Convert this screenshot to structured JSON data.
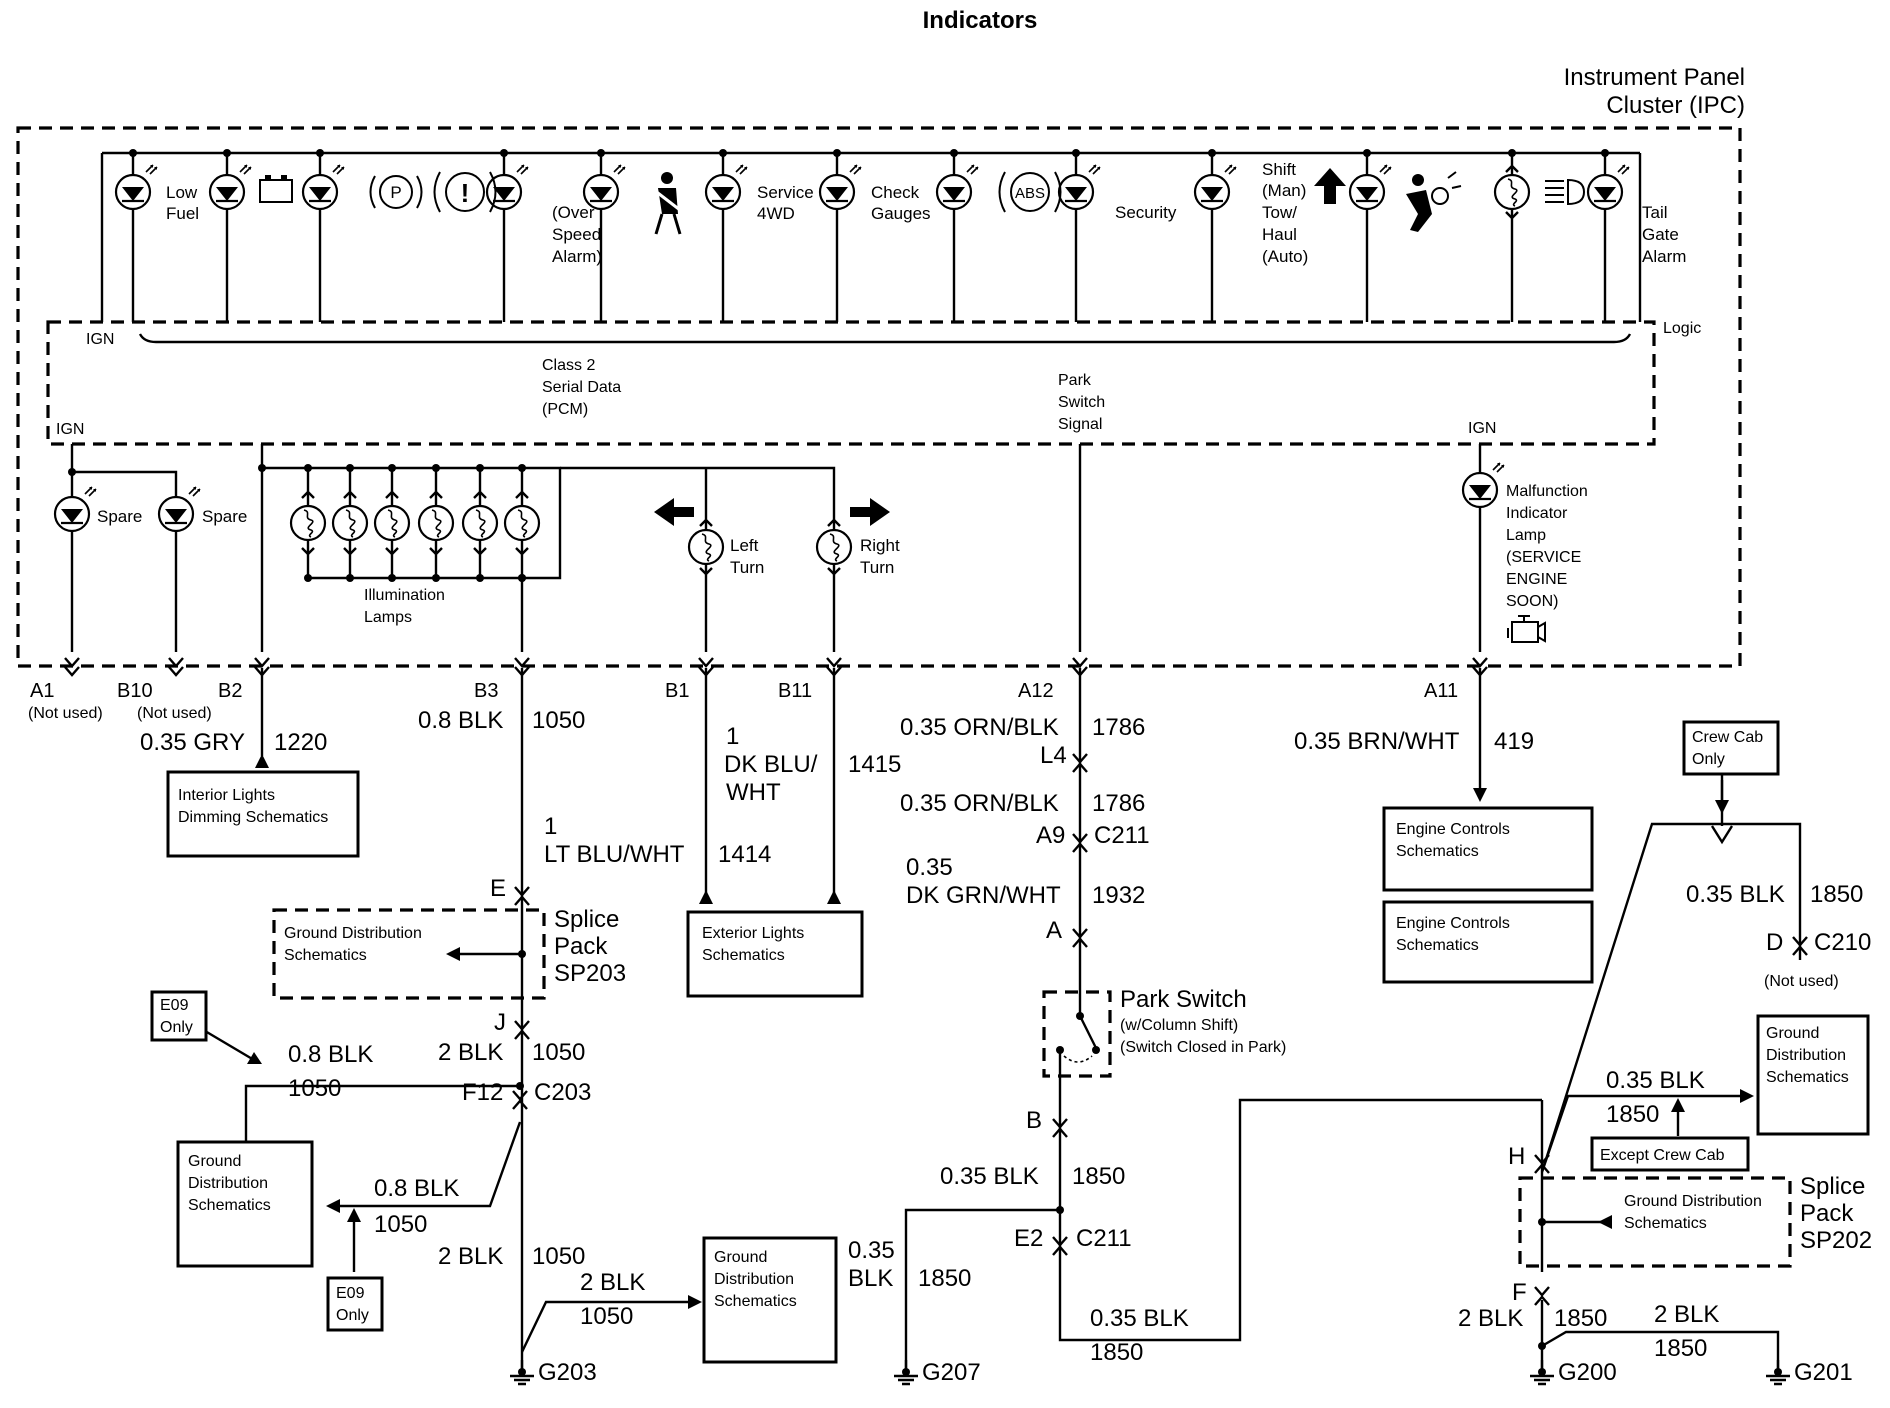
{
  "title": "Indicators",
  "ipc": {
    "line1": "Instrument Panel",
    "line2": "Cluster (IPC)"
  },
  "top_lamps": {
    "low_fuel": [
      "Low",
      "Fuel"
    ],
    "over_speed": [
      "(Over",
      "Speed",
      "Alarm)"
    ],
    "service_4wd": [
      "Service",
      "4WD"
    ],
    "check_gauges": [
      "Check",
      "Gauges"
    ],
    "abs": "ABS",
    "p_symbol": "P",
    "brake_symbol": "!",
    "security": "Security",
    "shift": [
      "Shift",
      "(Man)",
      "Tow/",
      "Haul",
      "(Auto)"
    ],
    "tail_gate": [
      "Tail",
      "Gate",
      "Alarm"
    ]
  },
  "internal": {
    "ign_top": "IGN",
    "logic": "Logic",
    "class2": [
      "Class 2",
      "Serial Data",
      "(PCM)"
    ],
    "park_signal": [
      "Park",
      "Switch",
      "Signal"
    ],
    "ign_left": "IGN",
    "ign_right": "IGN",
    "spare1": "Spare",
    "spare2": "Spare",
    "illumination": [
      "Illumination",
      "Lamps"
    ],
    "left_turn": [
      "Left",
      "Turn"
    ],
    "right_turn": [
      "Right",
      "Turn"
    ],
    "mil": [
      "Malfunction",
      "Indicator",
      "Lamp",
      "(SERVICE",
      "ENGINE",
      "SOON)"
    ]
  },
  "pins": {
    "a1": "A1",
    "a1_note": "(Not used)",
    "b10": "B10",
    "b10_note": "(Not used)",
    "b2": "B2",
    "b3": "B3",
    "b1": "B1",
    "b11": "B11",
    "a12": "A12",
    "a11": "A11"
  },
  "wires": {
    "b2_color": "0.35 GRY",
    "b2_circuit": "1220",
    "b3_color": "0.8 BLK",
    "b3_circuit": "1050",
    "b1": [
      "1",
      "DK BLU/",
      "WHT"
    ],
    "b1_circuit": "1415",
    "b11": [
      "1",
      "LT BLU/WHT"
    ],
    "b11_circuit": "1414",
    "a12_color": "0.35 ORN/BLK",
    "a12_circuit": "1786",
    "l4": "L4",
    "a9_color": "0.35 ORN/BLK",
    "a9_circuit": "1786",
    "a9": "A9",
    "c211_a": "C211",
    "dk_grn": [
      "0.35",
      "DK GRN/WHT"
    ],
    "dk_grn_circuit": "1932",
    "a_label": "A",
    "a11_color": "0.35 BRN/WHT",
    "a11_circuit": "419",
    "e_label": "E",
    "j_label": "J",
    "j_color": "2 BLK",
    "j_circuit": "1050",
    "e09_color": "0.8 BLK",
    "e09_circuit": "1050",
    "f12": "F12",
    "c203": "C203",
    "gd_color": "0.8 BLK",
    "gd_circuit": "1050",
    "g203_color": "2 BLK",
    "g203_circuit": "1050",
    "right_gd_color": "2 BLK",
    "right_gd_circuit": "1050",
    "b_label": "B",
    "b_color": "0.35 BLK",
    "b_circuit": "1850",
    "e2": "E2",
    "c211_b": "C211",
    "g207_color": [
      "0.35",
      "BLK"
    ],
    "g207_circuit": "1850",
    "bottom_color": "0.35 BLK",
    "bottom_circuit": "1850",
    "crew_color": "0.35 BLK",
    "crew_circuit": "1850",
    "d_label": "D",
    "c210": "C210",
    "d_note": "(Not used)",
    "h_label": "H",
    "h_color": "0.35 BLK",
    "h_circuit": "1850",
    "f_label": "F",
    "g200_color": "2 BLK",
    "g200_circuit": "1850",
    "g201_color": "2 BLK",
    "g201_circuit": "1850"
  },
  "boxes": {
    "interior_dimming": [
      "Interior Lights",
      "Dimming Schematics"
    ],
    "ground_dist_sp203": [
      "Ground Distribution",
      "Schematics"
    ],
    "exterior_lights": [
      "Exterior Lights",
      "Schematics"
    ],
    "engine_controls_1": [
      "Engine Controls",
      "Schematics"
    ],
    "engine_controls_2": [
      "Engine Controls",
      "Schematics"
    ],
    "crew_cab_only": [
      "Crew Cab",
      "Only"
    ],
    "e09_only_top": [
      "E09",
      "Only"
    ],
    "e09_only_bottom": [
      "E09",
      "Only"
    ],
    "ground_dist_left": [
      "Ground",
      "Distribution",
      "Schematics"
    ],
    "ground_dist_mid": [
      "Ground",
      "Distribution",
      "Schematics"
    ],
    "ground_dist_right": [
      "Ground",
      "Distribution",
      "Schematics"
    ],
    "except_crew_cab": "Except Crew Cab",
    "ground_dist_sp202": [
      "Ground Distribution",
      "Schematics"
    ]
  },
  "splice": {
    "sp203": [
      "Splice",
      "Pack",
      "SP203"
    ],
    "sp202": [
      "Splice",
      "Pack",
      "SP202"
    ]
  },
  "park_switch": {
    "title": "Park Switch",
    "sub1": "(w/Column Shift)",
    "sub2": "(Switch Closed in Park)"
  },
  "grounds": {
    "g203": "G203",
    "g207": "G207",
    "g200": "G200",
    "g201": "G201"
  }
}
